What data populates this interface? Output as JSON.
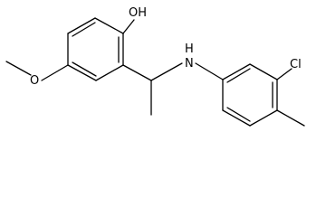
{
  "molecule": {
    "atom_labels": {
      "hydroxyl": "OH",
      "methoxy_oxygen": "O",
      "amine": "H\nN",
      "chlorine": "Cl"
    },
    "colors": {
      "bond": "#000000",
      "label": "#000000",
      "background": "#ffffff"
    }
  }
}
